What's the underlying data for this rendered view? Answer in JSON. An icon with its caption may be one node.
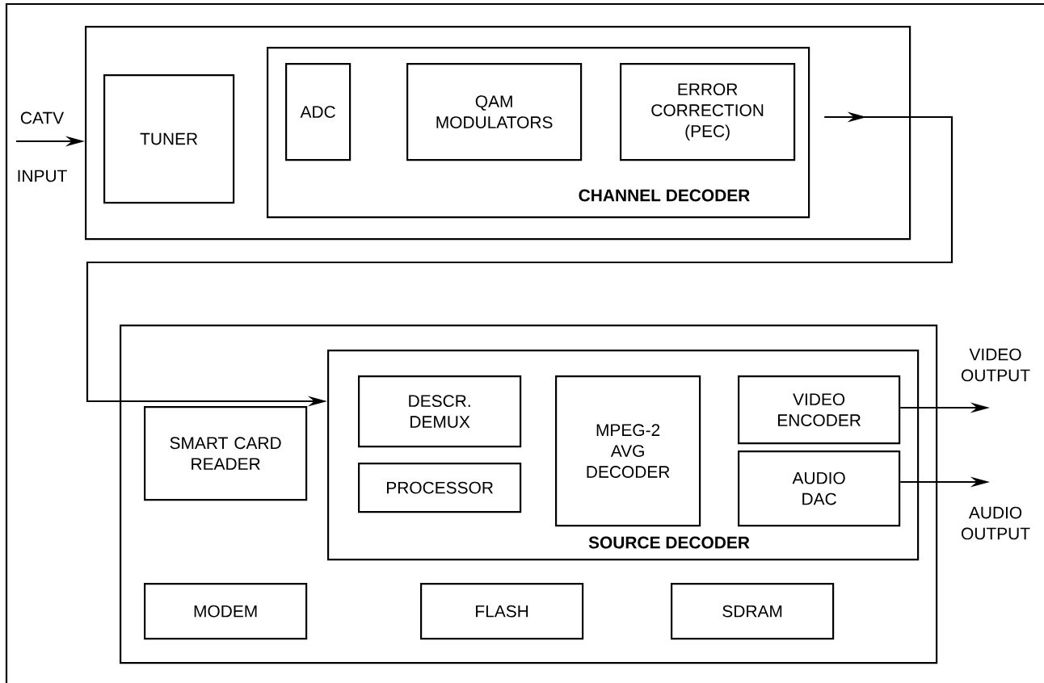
{
  "diagram": {
    "nodes": [
      {
        "text": [],
        "shape": "box"
      },
      {
        "text": [
          "TUNER"
        ],
        "in": 0
      },
      {
        "text": [
          "CHANNEL DECODER"
        ],
        "in": 0
      },
      {
        "text": [
          "ADC"
        ],
        "in": 2
      },
      {
        "text": [
          "QAM MODULATORS"
        ],
        "in": 2
      },
      {
        "text": [
          "ERROR CORRECTION (PEC)"
        ],
        "in": 2
      },
      {
        "text": [],
        "shape": "box"
      },
      {
        "text": [
          "SMART CARD READER"
        ],
        "in": 6
      },
      {
        "text": [
          "SOURCE DECODER"
        ],
        "in": 6
      },
      {
        "text": [
          "DESCR. DEMUX"
        ],
        "in": 8
      },
      {
        "text": [
          "PROCESSOR"
        ],
        "in": 8
      },
      {
        "text": [
          "MPEG-2 AVG DECODER"
        ],
        "in": 8
      },
      {
        "text": [
          "VIDEO ENCODER"
        ],
        "in": 8
      },
      {
        "text": [
          "AUDIO DAC"
        ],
        "in": 8
      },
      {
        "text": [
          "MODEM"
        ],
        "in": 6
      },
      {
        "text": [
          "FLASH"
        ],
        "in": 6
      },
      {
        "text": [
          "SDRAM"
        ],
        "in": 6
      }
    ],
    "edges": [
      {
        "from": null,
        "to": 0,
        "arrow": "to"
      },
      {
        "from": 2,
        "to": 8,
        "arrow": "to"
      },
      {
        "from": 12,
        "to": null,
        "arrow": "to"
      },
      {
        "from": 13,
        "to": null,
        "arrow": "to"
      }
    ],
    "labels": [
      "CATV",
      "INPUT",
      "VIDEO OUTPUT",
      "AUDIO OUTPUT"
    ]
  }
}
